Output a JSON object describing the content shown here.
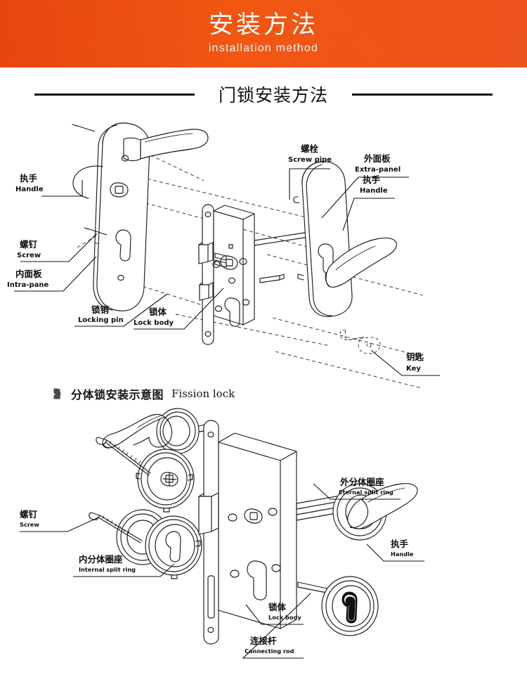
{
  "banner": {
    "title_cn": "安装方法",
    "title_en": "installation method",
    "background_color": "#f04d12",
    "text_color": "#ffffff"
  },
  "section": {
    "title_cn": "门锁安装方法",
    "rule_color": "#141414"
  },
  "subsection": {
    "icon": "puzzle-piece-icon",
    "title_cn": "分体锁安装示意图",
    "title_en": "Fission lock",
    "icon_color": "#4a4a4a"
  },
  "diagram_top": {
    "name": "door-lock-exploded-assembly-diagram",
    "labels": [
      {
        "id": "handle-inner",
        "cn": "执手",
        "en": "Handle"
      },
      {
        "id": "screw",
        "cn": "螺钉",
        "en": "Screw"
      },
      {
        "id": "intra-panel",
        "cn": "内面板",
        "en": "Intra-pane"
      },
      {
        "id": "locking-pin",
        "cn": "锁销",
        "en": "Locking pin"
      },
      {
        "id": "lock-body",
        "cn": "锁体",
        "en": "Lock body"
      },
      {
        "id": "screw-pipe",
        "cn": "螺栓",
        "en": "Screw pipe"
      },
      {
        "id": "extra-panel",
        "cn": "外面板",
        "en": "Extra-panel"
      },
      {
        "id": "handle-outer",
        "cn": "执手",
        "en": "Handle"
      },
      {
        "id": "key",
        "cn": "钥匙",
        "en": "Key"
      }
    ]
  },
  "diagram_bottom": {
    "name": "fission-lock-assembly-diagram",
    "labels": [
      {
        "id": "screw",
        "cn": "螺钉",
        "en": "Screw"
      },
      {
        "id": "internal-split-ring",
        "cn": "内分体圈座",
        "en": "Internal split ring"
      },
      {
        "id": "external-split-ring",
        "cn": "外分体圈座",
        "en": "Eternal split ring"
      },
      {
        "id": "handle",
        "cn": "执手",
        "en": "Handle"
      },
      {
        "id": "lock-body",
        "cn": "锁体",
        "en": "Lock body"
      },
      {
        "id": "connecting-rod",
        "cn": "连接杆",
        "en": "Connecting rod"
      }
    ]
  },
  "colors": {
    "line": "#1b1b1b",
    "background": "#ffffff",
    "text": "#0d0d0d"
  }
}
